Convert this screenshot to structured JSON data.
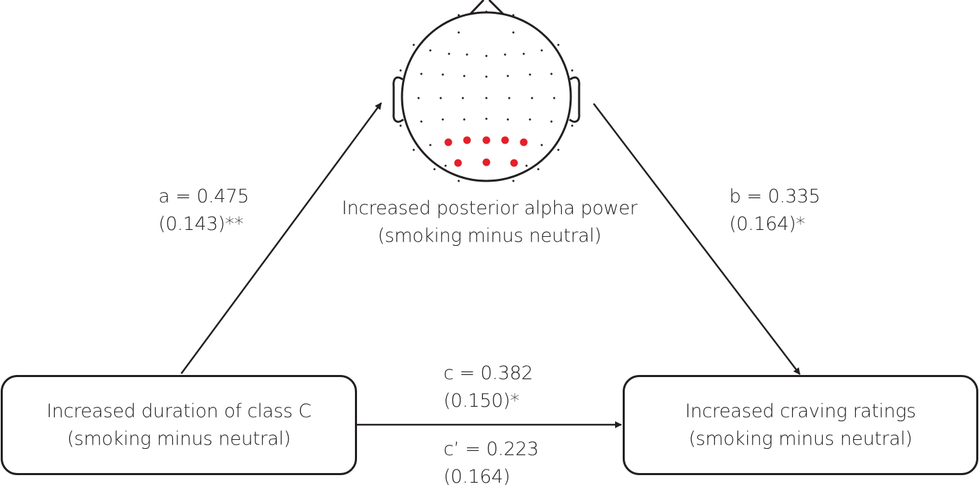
{
  "mediator": {
    "line1": "Increased posterior alpha power",
    "line2": "(smoking minus neutral)"
  },
  "predictor": {
    "line1": "Increased duration of class C",
    "line2": "(smoking minus neutral)"
  },
  "outcome": {
    "line1": "Increased craving ratings",
    "line2": "(smoking minus neutral)"
  },
  "paths": {
    "a": {
      "coef": "a = 0.475",
      "se": "(0.143)**"
    },
    "b": {
      "coef": "b = 0.335",
      "se": "(0.164)*"
    },
    "c": {
      "coef": "c = 0.382",
      "se": "(0.150)*"
    },
    "c_prime": {
      "coef": "c’ = 0.223",
      "se": "(0.164)"
    }
  },
  "colors": {
    "line": "#231f20",
    "highlight_electrode": "#e3202a"
  }
}
